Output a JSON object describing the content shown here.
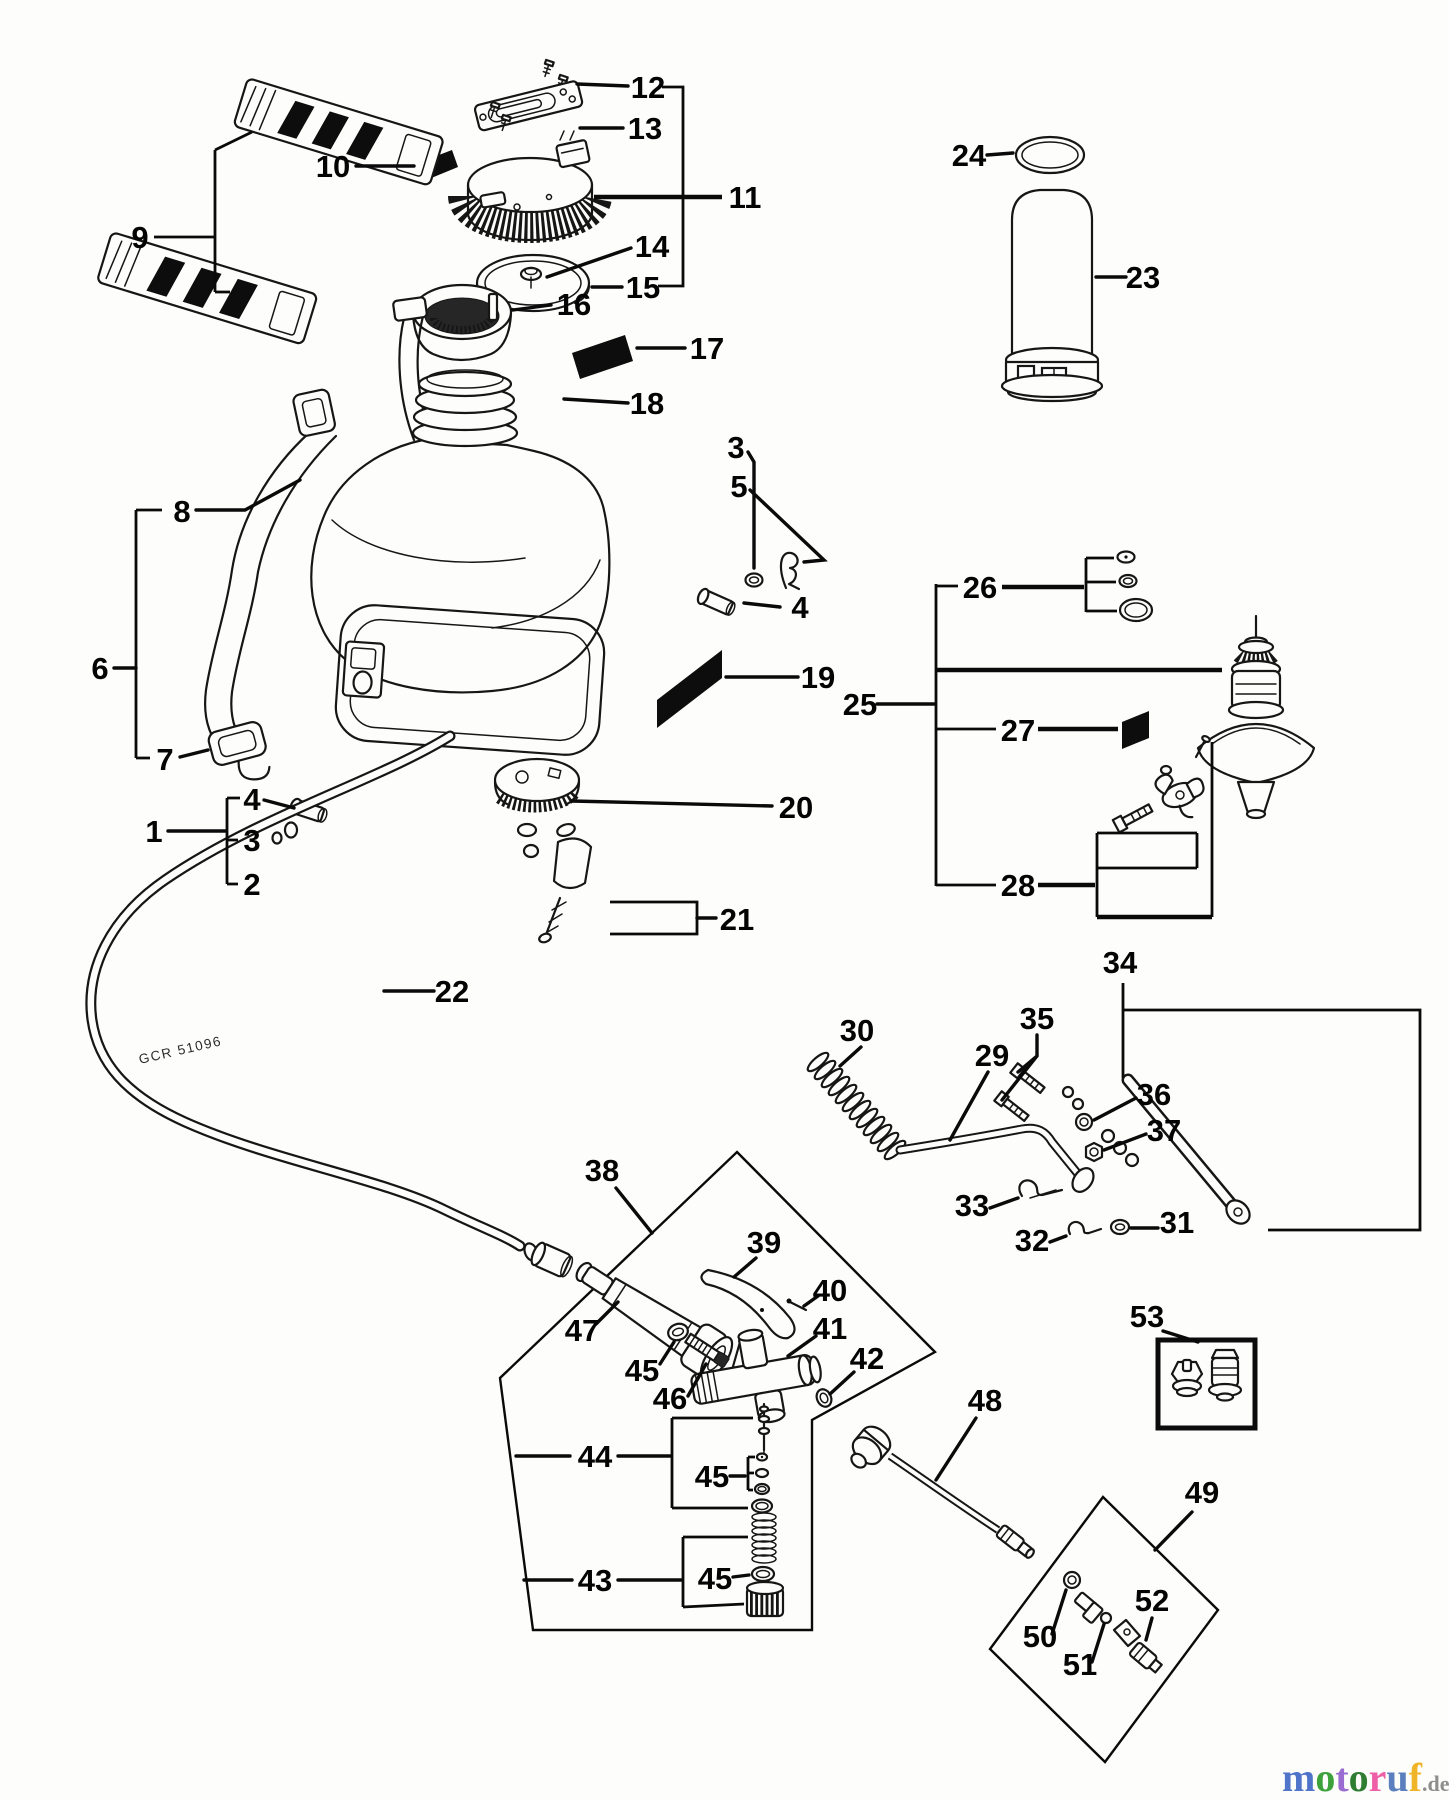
{
  "figure": {
    "hose_code": "GCR 51096"
  },
  "callouts": {
    "p1": "1",
    "p2": "2",
    "p3": "3",
    "p3b": "3",
    "p4": "4",
    "p4b": "4",
    "p5": "5",
    "p6": "6",
    "p7": "7",
    "p8": "8",
    "p9": "9",
    "p10": "10",
    "p11": "11",
    "p12": "12",
    "p13": "13",
    "p14": "14",
    "p15": "15",
    "p16": "16",
    "p17": "17",
    "p18": "18",
    "p19": "19",
    "p20": "20",
    "p21": "21",
    "p22": "22",
    "p23": "23",
    "p24": "24",
    "p25": "25",
    "p26": "26",
    "p27": "27",
    "p28": "28",
    "p29": "29",
    "p30": "30",
    "p31": "31",
    "p32": "32",
    "p33": "33",
    "p34": "34",
    "p35": "35",
    "p36": "36",
    "p37": "37",
    "p38": "38",
    "p39": "39",
    "p40": "40",
    "p41": "41",
    "p42": "42",
    "p43": "43",
    "p44": "44",
    "p45": "45",
    "p45b": "45",
    "p45c": "45",
    "p46": "46",
    "p47": "47",
    "p48": "48",
    "p49": "49",
    "p50": "50",
    "p51": "51",
    "p52": "52",
    "p53": "53"
  },
  "watermark": {
    "letters": [
      {
        "ch": "m",
        "color": "#4f74c9"
      },
      {
        "ch": "o",
        "color": "#3da23c"
      },
      {
        "ch": "t",
        "color": "#9a6bd0"
      },
      {
        "ch": "o",
        "color": "#2f7d33"
      },
      {
        "ch": "r",
        "color": "#ef5fa7"
      },
      {
        "ch": "u",
        "color": "#5b7fbe"
      },
      {
        "ch": "f",
        "color": "#f0b428"
      }
    ],
    "suffix": ".de",
    "suffix_color": "#8e8e8e"
  }
}
